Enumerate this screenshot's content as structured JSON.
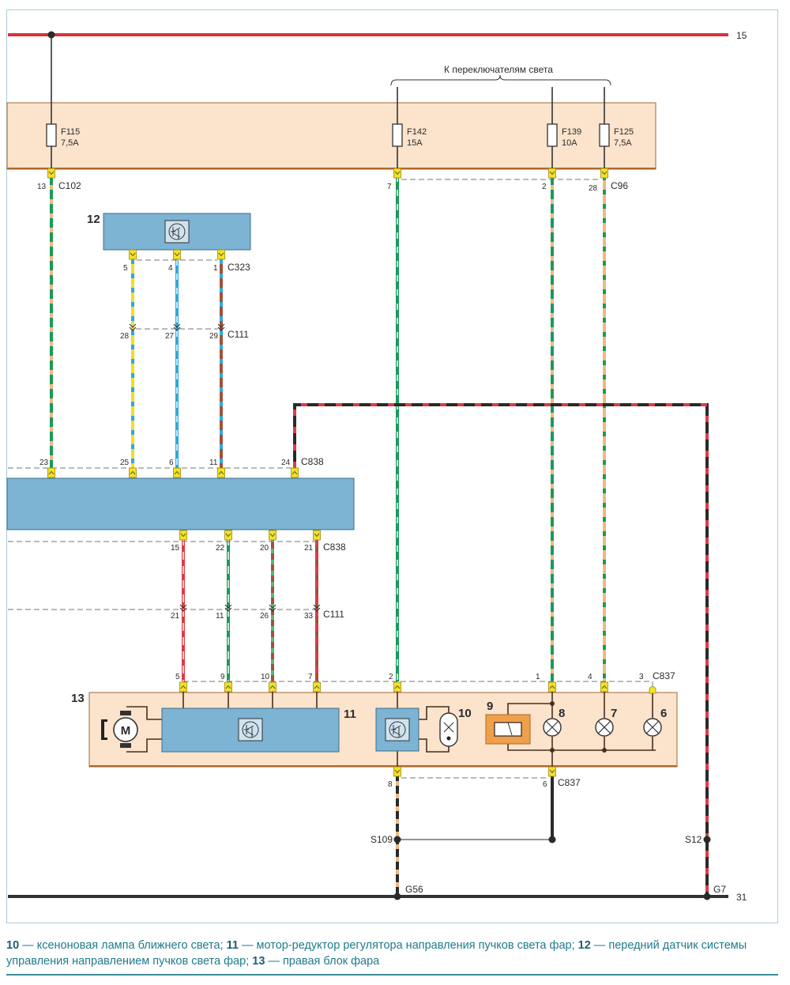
{
  "diagram": {
    "bus_top_label": "15",
    "bus_bottom_label": "31",
    "switch_group_label": "К переключателям света",
    "fuses": [
      {
        "id": "F115",
        "rating": "7,5A"
      },
      {
        "id": "F142",
        "rating": "15A"
      },
      {
        "id": "F139",
        "rating": "10A"
      },
      {
        "id": "F125",
        "rating": "7,5A"
      }
    ],
    "connectors": {
      "c102": {
        "name": "C102",
        "pins": [
          "13"
        ]
      },
      "c96": {
        "name": "C96",
        "pins": [
          "7",
          "2",
          "28"
        ]
      },
      "c323": {
        "name": "C323",
        "pins": [
          "5",
          "4",
          "1"
        ]
      },
      "c111_top": {
        "name": "C111",
        "pins": [
          "28",
          "27",
          "29"
        ]
      },
      "c838_top": {
        "name": "C838",
        "pins": [
          "23",
          "25",
          "6",
          "11",
          "24"
        ]
      },
      "c838_bottom": {
        "name": "C838",
        "pins": [
          "15",
          "22",
          "20",
          "21"
        ]
      },
      "c111_bottom": {
        "name": "C111",
        "pins": [
          "21",
          "11",
          "26",
          "33"
        ]
      },
      "c837_top": {
        "name": "C837",
        "pins": [
          "5",
          "9",
          "10",
          "7",
          "2",
          "1",
          "4",
          "3"
        ]
      },
      "c837_bottom": {
        "name": "C837",
        "pins": [
          "8",
          "6"
        ]
      }
    },
    "splices": {
      "s109": "S109",
      "s12": "S12"
    },
    "grounds": {
      "g56": "G56",
      "g7": "G7"
    },
    "components": {
      "c12": "12",
      "c13": "13",
      "c11": "11",
      "c10": "10",
      "c9": "9",
      "c8": "8",
      "c7": "7",
      "c6": "6",
      "motor": "M"
    },
    "colors": {
      "bus_15": "#d8323f",
      "fuse_box": "#fce3cc",
      "module": "#7db3d3",
      "connector": "#f3e22a",
      "relay": "#f0a04b",
      "green": "#1a9a5a",
      "tan": "#f0b884",
      "blue": "#2fa9dc",
      "yellow": "#f2dc2a",
      "brown": "#a0523a",
      "red": "#e03a44",
      "black": "#2a2a2a",
      "caption": "#1f7a8c"
    }
  },
  "caption": {
    "items": [
      {
        "num": "10",
        "text": " — ксеноновая лампа ближнего света; "
      },
      {
        "num": "11",
        "text": " — мотор-редуктор регулятора направления пучков света фар; "
      },
      {
        "num": "12",
        "text": " — передний датчик системы управления направлением пучков света фар; "
      },
      {
        "num": "13",
        "text": " — правая блок фара"
      }
    ]
  }
}
